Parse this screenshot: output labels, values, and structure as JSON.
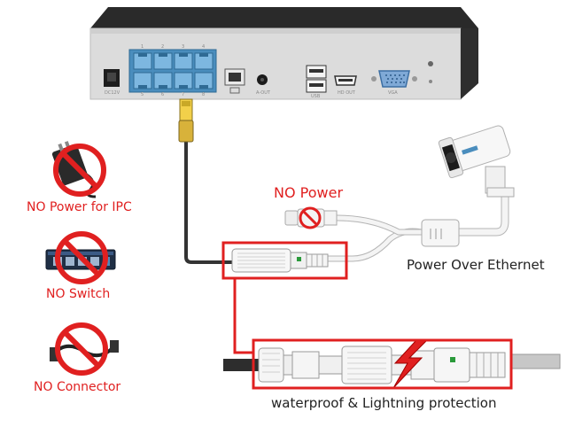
{
  "labels": {
    "no_power_ipc": "NO Power for IPC",
    "no_switch": "NO Switch",
    "no_connector": "NO Connector",
    "no_power": "NO Power",
    "poe": "Power Over Ethernet",
    "waterproof": "waterproof & Lightning protection"
  },
  "nvr_ports": {
    "dc": "DC12V",
    "aout": "A-OUT",
    "usb": "USB",
    "hdout": "HD OUT",
    "vga": "VGA",
    "port_numbers_top": [
      "1",
      "2",
      "3",
      "4"
    ],
    "port_numbers_bottom": [
      "5",
      "6",
      "7",
      "8"
    ]
  },
  "colors": {
    "accent_red": "#e02020",
    "poe_port_blue": "#5a9fcf",
    "cable_dark": "#333333",
    "cable_white": "#eeeeee"
  }
}
